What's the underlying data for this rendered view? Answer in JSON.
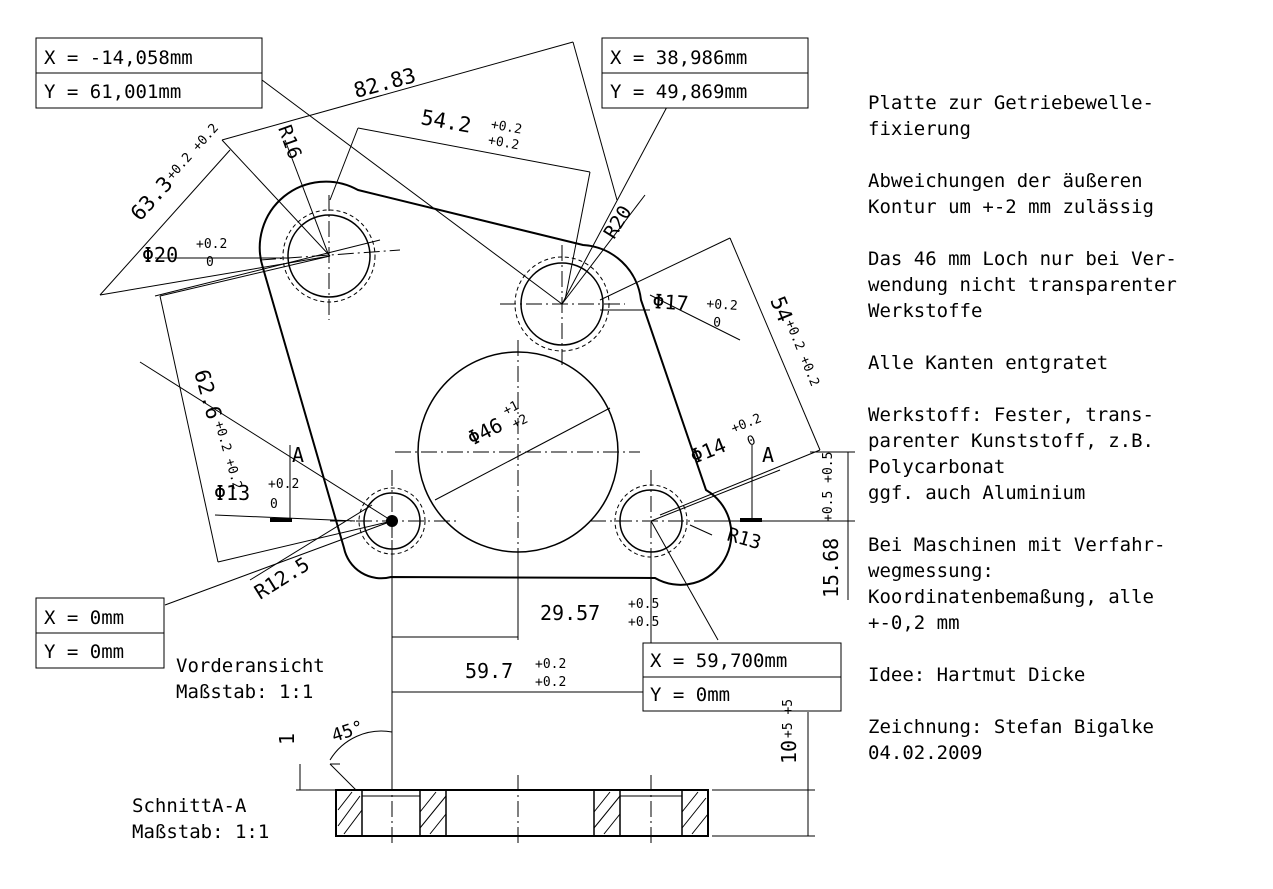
{
  "coords": {
    "top_left": {
      "x": "X = -14,058mm",
      "y": "Y = 61,001mm"
    },
    "top_right": {
      "x": "X = 38,986mm",
      "y": "Y = 49,869mm"
    },
    "origin": {
      "x": "X = 0mm",
      "y": "Y = 0mm"
    },
    "bottom_right": {
      "x": "X = 59,700mm",
      "y": "Y = 0mm"
    }
  },
  "dims": {
    "d82": "82.83",
    "d54_2": "54.2",
    "d54_2_tol_top": "+0.2",
    "d54_2_tol_bot": "+0.2",
    "d63_3": "63.3",
    "d63_3_tol": "+0.2 +0.2",
    "r16": "R16",
    "r20": "R20",
    "phi20": "Φ20",
    "phi20_tol_top": "+0.2",
    "phi20_tol_bot": "0",
    "phi17": "Φ17",
    "phi17_tol_top": "+0.2",
    "phi17_tol_bot": "0",
    "d54": "54",
    "d54_tol": "+0.2 +0.2",
    "phi46": "Φ46",
    "phi46_tol_top": "+1",
    "phi46_tol_bot": "+2",
    "phi14": "Φ14",
    "phi14_tol_top": "+0.2",
    "phi14_tol_bot": "0",
    "d62_6": "62.6",
    "d62_6_tol": "+0.2 +0.2",
    "phi13": "Φ13",
    "phi13_tol_top": "+0.2",
    "phi13_tol_bot": "0",
    "section_a_left": "A",
    "section_a_right": "A",
    "r12_5": "R12.5",
    "r13": "R13",
    "d15_68": "15.68",
    "d15_68_tol": "+0.5 +0.5",
    "d29_57": "29.57",
    "d29_57_tol_top": "+0.5",
    "d29_57_tol_bot": "+0.5",
    "d59_7": "59.7",
    "d59_7_tol_top": "+0.2",
    "d59_7_tol_bot": "+0.2",
    "d10": "10",
    "d10_tol": "+5 +5",
    "d1": "1",
    "angle45": "45°"
  },
  "views": {
    "front_title": "Vorderansicht",
    "front_scale": "Maßstab:  1:1",
    "section_title": "SchnittA-A",
    "section_scale": "Maßstab:  1:1"
  },
  "notes": [
    "Platte zur Getriebewelle-\nfixierung",
    "Abweichungen der äußeren\nKontur um +-2 mm zulässig",
    "Das 46 mm Loch nur bei Ver-\nwendung nicht transparenter\nWerkstoffe",
    "Alle Kanten entgratet",
    "Werkstoff: Fester, trans-\nparenter Kunststoff, z.B.\nPolycarbonat\nggf. auch  Aluminium",
    "Bei Maschinen mit Verfahr-\nwegmessung:\nKoordinatenbemaßung, alle\n+-0,2 mm",
    "Idee: Hartmut Dicke",
    "Zeichnung: Stefan Bigalke\n04.02.2009"
  ]
}
